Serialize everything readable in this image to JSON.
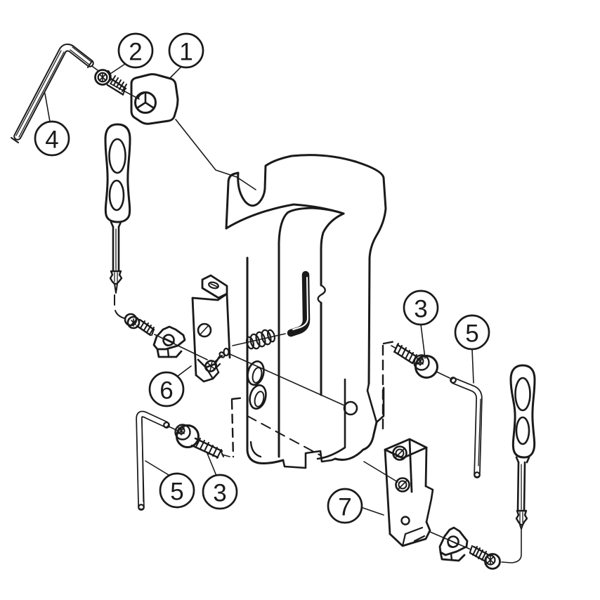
{
  "figure": {
    "type": "exploded-parts-diagram",
    "background_color": "#ffffff",
    "line_color": "#1a1a1a",
    "callouts": [
      {
        "label": "2"
      },
      {
        "label": "1"
      },
      {
        "label": "4"
      },
      {
        "label": "3"
      },
      {
        "label": "5"
      },
      {
        "label": "6"
      },
      {
        "label": "5"
      },
      {
        "label": "3"
      },
      {
        "label": "7"
      }
    ],
    "legend": [
      {
        "number": "1",
        "shape": "slide-cartridge-block"
      },
      {
        "number": "2",
        "shape": "socket-head-clamp-screw"
      },
      {
        "number": "3",
        "shape": "torx-insert-screw"
      },
      {
        "number": "4",
        "shape": "hex-l-key"
      },
      {
        "number": "5",
        "shape": "torx-l-key"
      },
      {
        "number": "6",
        "shape": "insert-cartridge-upper"
      },
      {
        "number": "7",
        "shape": "insert-cartridge-lower"
      }
    ],
    "unlabeled_tools": [
      "torx-screwdriver-left",
      "torx-screwdriver-right"
    ],
    "unlabeled_parts": [
      "main-tool-body",
      "coil-spring",
      "adjusting-key",
      "trigon-insert-left",
      "trigon-insert-right"
    ]
  }
}
